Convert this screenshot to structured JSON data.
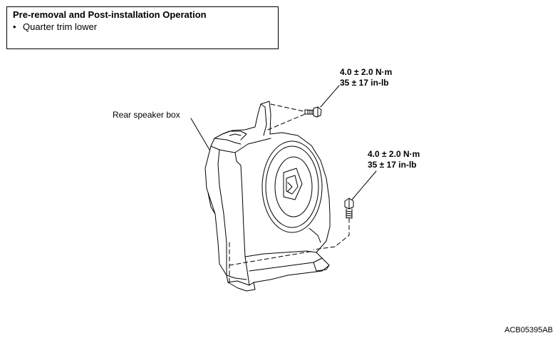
{
  "procedure_box": {
    "title": "Pre-removal and Post-installation Operation",
    "items": [
      "Quarter trim lower"
    ]
  },
  "labels": {
    "part_name": "Rear speaker box"
  },
  "torque_specs": [
    {
      "metric": "4.0 ± 2.0 N·m",
      "imperial": "35 ± 17 in-lb"
    },
    {
      "metric": "4.0 ± 2.0 N·m",
      "imperial": "35 ± 17 in-lb"
    }
  ],
  "figure_code": "ACB05395AB",
  "bullet_symbol": "•"
}
